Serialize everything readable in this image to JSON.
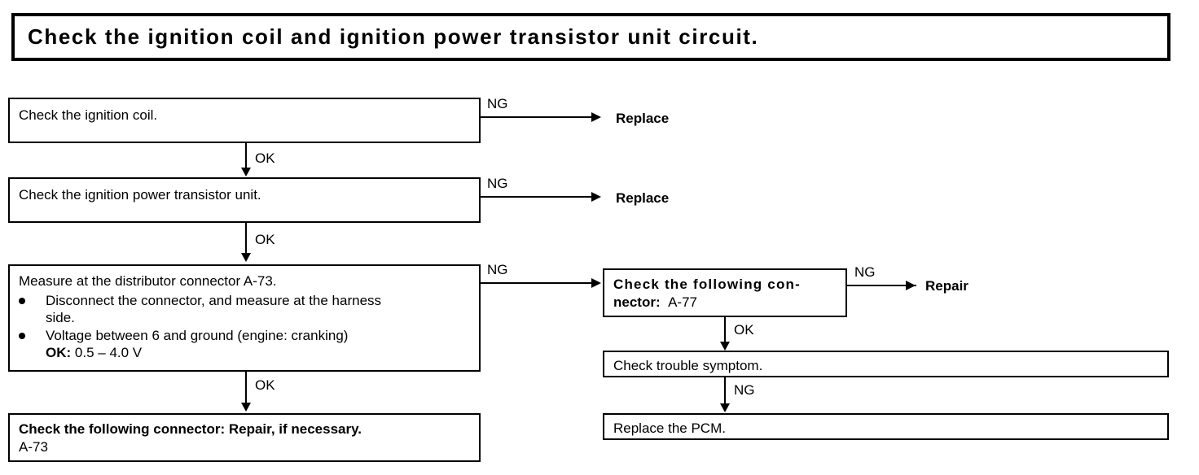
{
  "title": {
    "text": "Check the ignition coil and ignition power transistor unit circuit."
  },
  "diagram_type": "troubleshooting-flowchart",
  "steps": {
    "check_ignition_coil": {
      "text": "Check the ignition coil."
    },
    "check_power_transistor": {
      "text": "Check the ignition power transistor unit."
    },
    "measure_distributor": {
      "heading": "Measure at the distributor connector A-73.",
      "bullet1_line1": "Disconnect the connector, and measure at the harness",
      "bullet1_line2": "side.",
      "bullet2_line1": "Voltage between 6 and ground (engine: cranking)",
      "bullet2_ok_label": "OK:",
      "bullet2_ok_value": "0.5 – 4.0 V"
    },
    "check_connector_a73": {
      "line1": "Check the following connector: Repair, if necessary.",
      "line2": "A-73"
    },
    "check_connector_a77": {
      "line1": "Check the following con-",
      "line2_label": "nector:",
      "line2_value": "A-77"
    },
    "check_trouble_symptom": {
      "text": "Check trouble symptom."
    },
    "replace_pcm": {
      "text": "Replace the PCM."
    }
  },
  "edges": {
    "ng": "NG",
    "ok": "OK"
  },
  "terminals": {
    "replace_coil": "Replace",
    "replace_transistor": "Replace",
    "repair_a77": "Repair"
  },
  "colors": {
    "ink": "#000000",
    "paper": "#ffffff"
  }
}
